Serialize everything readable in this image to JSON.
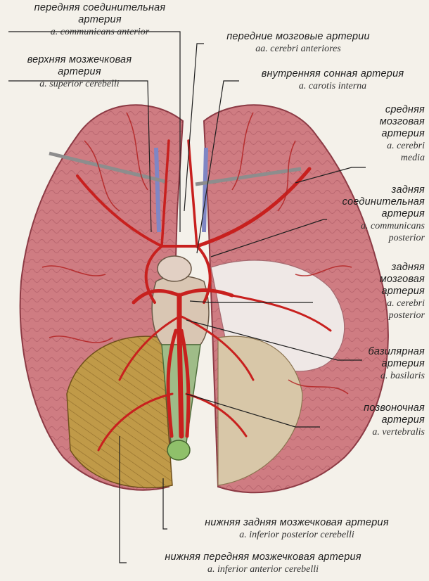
{
  "labels": [
    {
      "id": "a-communicans-anterior",
      "ru": "передняя  соединительная\nартерия",
      "la": "a. communicans anterior"
    },
    {
      "id": "aa-cerebri-anteriores",
      "ru": "передние  мозговые  артерии",
      "la": "aa. cerebri anteriores"
    },
    {
      "id": "a-superior-cerebelli",
      "ru": "верхняя  мозжечковая\nартерия",
      "la": "a. superior cerebelli"
    },
    {
      "id": "a-carotis-interna",
      "ru": "внутренняя  сонная  артерия",
      "la": "a. carotis interna"
    },
    {
      "id": "a-cerebri-media",
      "ru": "средняя\nмозговая\nартерия",
      "la": "a. cerebri\nmedia"
    },
    {
      "id": "a-communicans-posterior",
      "ru": "задняя\nсоединительная\nартерия",
      "la": "a. communicans\nposterior"
    },
    {
      "id": "a-cerebri-posterior",
      "ru": "задняя\nмозговая\nартерия",
      "la": "a. cerebri\nposterior"
    },
    {
      "id": "a-basilaris",
      "ru": "базилярная\nартерия",
      "la": "a. basilaris"
    },
    {
      "id": "a-vertebralis",
      "ru": "позвоночная\nартерия",
      "la": "a. vertebralis"
    },
    {
      "id": "a-inferior-posterior-cerebelli",
      "ru": "нижняя  задняя  мозжечковая  артерия",
      "la": "a. inferior posterior cerebelli"
    },
    {
      "id": "a-inferior-anterior-cerebelli",
      "ru": "нижняя  передняя  мозжечковая  артерия",
      "la": "a. inferior anterior cerebelli"
    }
  ],
  "colors": {
    "cortex": "#c9727a",
    "cortex_dark": "#9e4a55",
    "artery": "#c8201e",
    "cerebellum": "#b8913f",
    "brainstem": "#8fb07a",
    "background": "#f4f1ea"
  }
}
